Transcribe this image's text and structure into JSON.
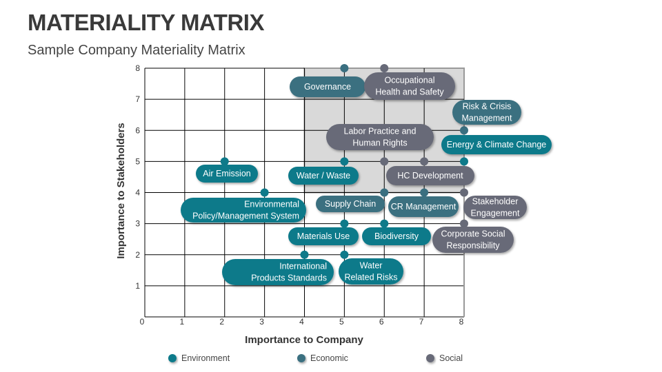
{
  "header": {
    "title": "MATERIALITY MATRIX",
    "subtitle": "Sample Company Materiality Matrix"
  },
  "chart_data": {
    "type": "scatter",
    "xlabel": "Importance to Company",
    "ylabel": "Importance to Stakeholders",
    "xlim": [
      0,
      8
    ],
    "ylim": [
      0,
      8
    ],
    "xticks": [
      0,
      1,
      2,
      3,
      4,
      5,
      6,
      7,
      8
    ],
    "yticks": [
      1,
      2,
      3,
      4,
      5,
      6,
      7,
      8
    ],
    "grid": true,
    "highlight_region": {
      "x": [
        4,
        8
      ],
      "y": [
        4,
        8
      ],
      "color": "#d9d9d9"
    },
    "legend": {
      "placement": "bottom"
    },
    "series": [
      {
        "name": "Environment",
        "color": "#0e7a8a"
      },
      {
        "name": "Economic",
        "color": "#3a6f80"
      },
      {
        "name": "Social",
        "color": "#676a78"
      }
    ],
    "points": [
      {
        "label": "Governance",
        "x": 5,
        "y": 8,
        "series": "Economic"
      },
      {
        "label": "Occupational Health and Safety",
        "x": 6,
        "y": 8,
        "series": "Social"
      },
      {
        "label": "Risk & Crisis Management",
        "x": 8,
        "y": 6,
        "series": "Economic"
      },
      {
        "label": "Labor Practice and Human Rights",
        "x": 6,
        "y": 5,
        "series": "Social"
      },
      {
        "label": "Energy & Climate Change",
        "x": 8,
        "y": 5,
        "series": "Environment"
      },
      {
        "label": "Air Emission",
        "x": 2,
        "y": 5,
        "series": "Environment"
      },
      {
        "label": "Water / Waste",
        "x": 5,
        "y": 5,
        "series": "Environment"
      },
      {
        "label": "HC Development",
        "x": 7,
        "y": 5,
        "series": "Social"
      },
      {
        "label": "Environmental Policy/Management System",
        "x": 3,
        "y": 4,
        "series": "Environment"
      },
      {
        "label": "Supply Chain",
        "x": 6,
        "y": 4,
        "series": "Economic"
      },
      {
        "label": "CR Management",
        "x": 7,
        "y": 4,
        "series": "Economic"
      },
      {
        "label": "Stakeholder Engagement",
        "x": 8,
        "y": 4,
        "series": "Social"
      },
      {
        "label": "Materials Use",
        "x": 5,
        "y": 3,
        "series": "Environment"
      },
      {
        "label": "Biodiversity",
        "x": 6,
        "y": 3,
        "series": "Environment"
      },
      {
        "label": "Corporate Social Responsibility",
        "x": 8,
        "y": 3,
        "series": "Social"
      },
      {
        "label": "International Products Standards",
        "x": 4,
        "y": 2,
        "series": "Environment"
      },
      {
        "label": "Water Related Risks",
        "x": 5,
        "y": 2,
        "series": "Environment"
      }
    ]
  }
}
